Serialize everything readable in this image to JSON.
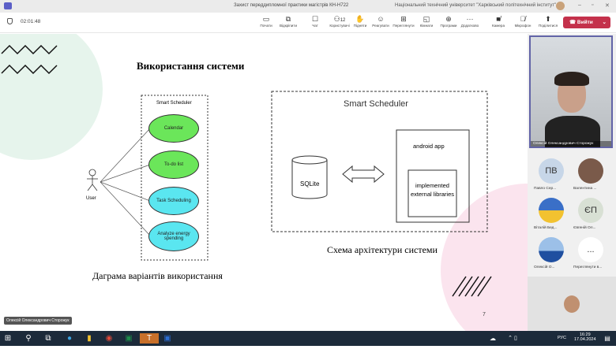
{
  "window": {
    "title": "Захист переддипломної практики магістрів КН-Н722",
    "org": "Національний технічний університет \"Харківський політехнічний інститут\""
  },
  "toolbar": {
    "timer": "02:01:48",
    "buttons": [
      {
        "label": "Почати",
        "icon": "share-screen-icon"
      },
      {
        "label": "Відкріпити",
        "icon": "unpin-icon"
      },
      {
        "label": "Чат",
        "icon": "chat-icon"
      },
      {
        "label": "Користувачі",
        "icon": "people-icon",
        "count": "12"
      },
      {
        "label": "Підняти",
        "icon": "hand-icon"
      },
      {
        "label": "Реагувати",
        "icon": "smile-icon"
      },
      {
        "label": "Переглянути",
        "icon": "grid-icon"
      },
      {
        "label": "Кімнати",
        "icon": "rooms-icon"
      },
      {
        "label": "Програми",
        "icon": "apps-icon"
      },
      {
        "label": "Додатково",
        "icon": "more-icon"
      },
      {
        "label": "Камера",
        "icon": "camera-off-icon"
      },
      {
        "label": "Мікрофон",
        "icon": "mic-off-icon"
      },
      {
        "label": "Поділитися",
        "icon": "share-icon"
      }
    ],
    "leave": "Вийти"
  },
  "slide": {
    "title": "Використання системи",
    "usecase": {
      "system": "Smart Scheduler",
      "actor": "User",
      "cases": [
        "Calendar",
        "To-do list",
        "Task Scheduling",
        "Analyze energy spending"
      ],
      "caption": "Даграма варіантів використання"
    },
    "arch": {
      "title": "Smart Scheduler",
      "db": "SQLite",
      "app": "android app",
      "libs": "implemented external libraries",
      "caption": "Схема архітектури системи"
    },
    "page": "7"
  },
  "presenter": {
    "name": "Олексій Олександрович Сторожук"
  },
  "participants": [
    {
      "initials": "ПВ",
      "name": "Павло Сер..."
    },
    {
      "initials": "",
      "name": "Валентина ..."
    },
    {
      "initials": "",
      "name": "Віталій Бед..."
    },
    {
      "initials": "ЄП",
      "name": "Євгеній Ол..."
    },
    {
      "initials": "",
      "name": "Олексій О..."
    },
    {
      "initials": "...",
      "name": "Переглянути в..."
    }
  ],
  "speaker_label": "Олексій Олександрович Сторожук",
  "taskbar": {
    "time": "16:29",
    "date": "17.04.2024",
    "lang": "РУС"
  }
}
